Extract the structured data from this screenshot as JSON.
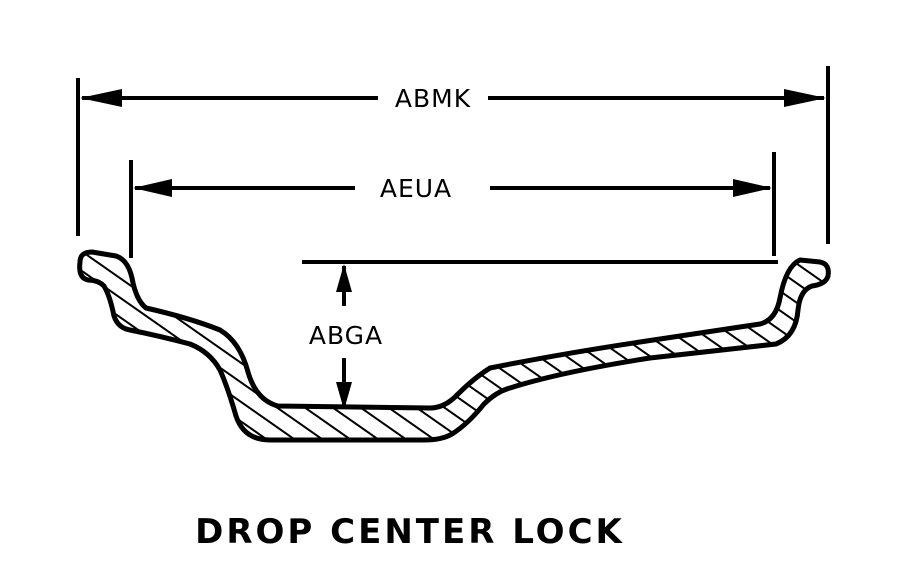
{
  "dimensions": {
    "overall_width": "ABMK",
    "inner_width": "AEUA",
    "well_depth": "ABGA"
  },
  "caption": "DROP CENTER LOCK",
  "colors": {
    "ink": "#000000",
    "paper": "#ffffff"
  }
}
